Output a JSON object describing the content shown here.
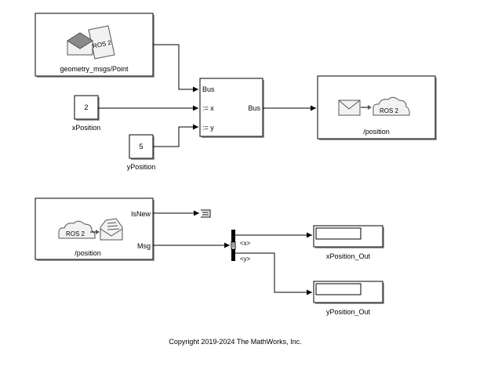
{
  "blocks": {
    "blank_message": {
      "label": "geometry_msgs/Point",
      "icon_text": "ROS 2"
    },
    "x_constant": {
      "value": "2",
      "label": "xPosition"
    },
    "y_constant": {
      "value": "5",
      "label": "yPosition"
    },
    "bus_assignment": {
      "in_bus": "Bus",
      "in_x": ":= x",
      "in_y": ":= y",
      "out": "Bus"
    },
    "publisher": {
      "label": "/position",
      "icon_text": "ROS 2"
    },
    "subscriber": {
      "label": "/position",
      "icon_text": "ROS 2",
      "port_isnew": "IsNew",
      "port_msg": "Msg"
    },
    "bus_selector": {
      "out_x": "<x>",
      "out_y": "<y>"
    },
    "x_display": {
      "label": "xPosition_Out"
    },
    "y_display": {
      "label": "yPosition_Out"
    }
  },
  "footer": {
    "copyright": "Copyright 2019-2024 The MathWorks, Inc."
  },
  "colors": {
    "block_shadow": "#9a9a9a",
    "line": "#000000",
    "icon": "#555555"
  }
}
